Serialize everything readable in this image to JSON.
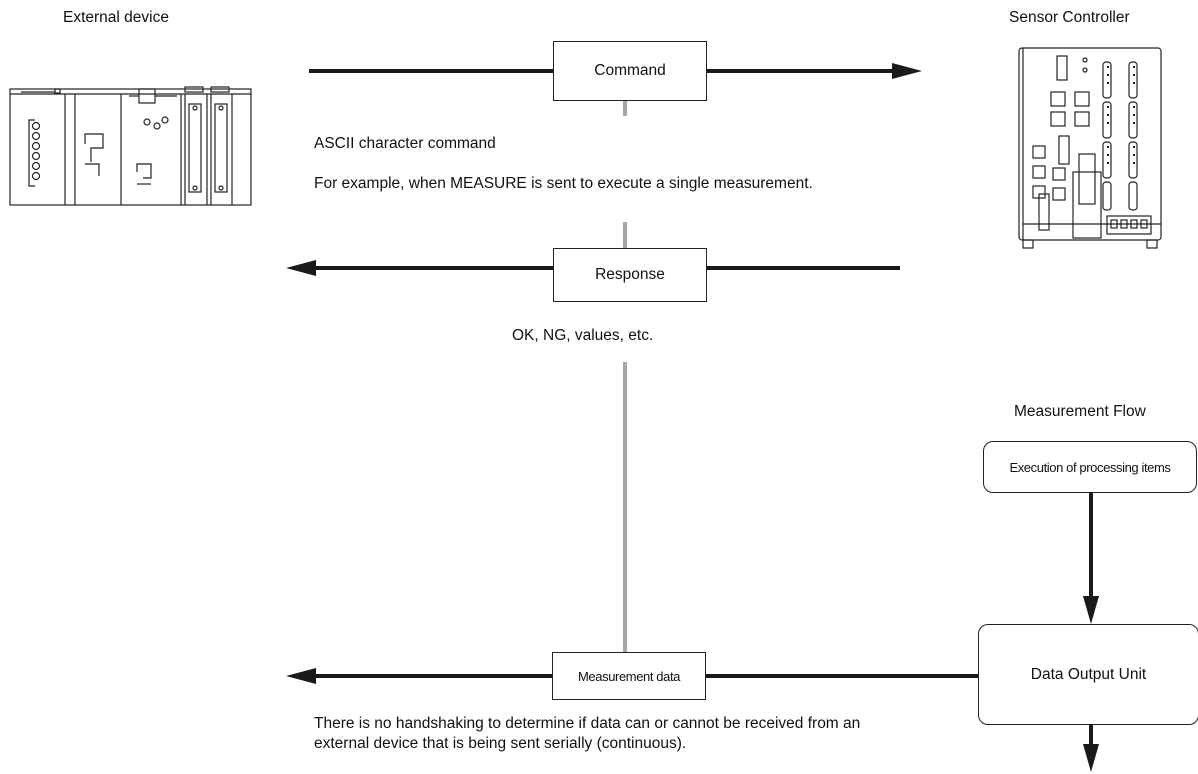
{
  "labels": {
    "external_device": "External device",
    "sensor_controller": "Sensor Controller",
    "ascii_command": "ASCII character command",
    "example_text": "For example, when MEASURE is sent to execute a single measurement.",
    "response_values": "OK, NG, values, etc.",
    "measurement_flow": "Measurement Flow",
    "handshake_note": "There is no handshaking to determine if data can or cannot be received from an external device that is being sent serially (continuous)."
  },
  "boxes": {
    "command": "Command",
    "response": "Response",
    "measurement_data": "Measurement data",
    "execution": "Execution of processing items",
    "data_output_unit": "Data Output Unit"
  },
  "icons": {
    "external_device": "plc-device-icon",
    "sensor_controller": "sensor-controller-icon"
  },
  "colors": {
    "line": "#1a1a1a",
    "flow_line": "#a6a6a6"
  }
}
